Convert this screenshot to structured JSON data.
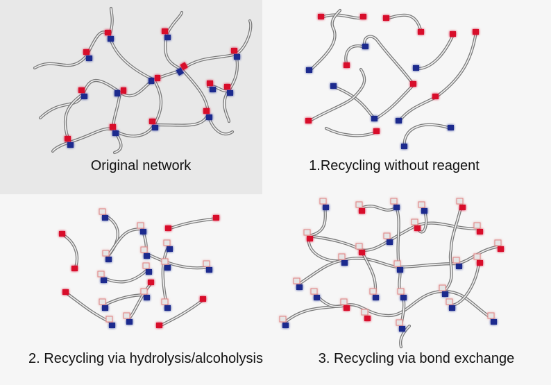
{
  "panels": [
    {
      "caption": "Original network"
    },
    {
      "caption": "1.Recycling without reagent"
    },
    {
      "caption": "2. Recycling via hydrolysis/alcoholysis"
    },
    {
      "caption": "3. Recycling via bond exchange"
    }
  ],
  "colors": {
    "red": "#d8112a",
    "blue": "#1d2b8e",
    "chain": "#7a7a7a",
    "highlight_bg": "#e8e8e8"
  }
}
